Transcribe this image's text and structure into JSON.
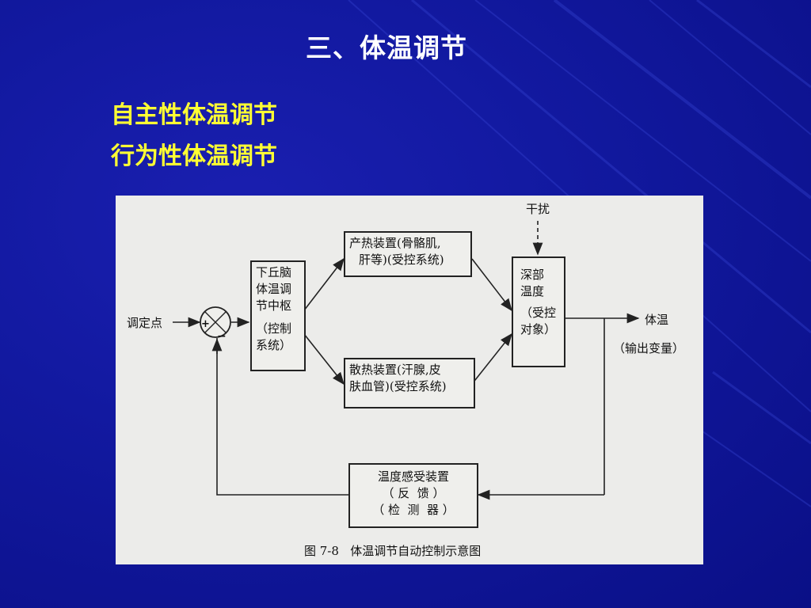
{
  "slide": {
    "title": "三、体温调节",
    "bullets": [
      "自主性体温调节",
      "行为性体温调节"
    ]
  },
  "diagram": {
    "set_point_label": "调定点",
    "comparator_plus": "+",
    "comparator_minus": "−",
    "controller": [
      "下丘脑",
      "体温调",
      "节中枢",
      "（控制",
      "系统）"
    ],
    "heat_production": [
      "产热装置(骨骼肌,",
      "肝等)(受控系统)"
    ],
    "heat_dissipation": [
      "散热装置(汗腺,皮",
      "肤血管)(受控系统)"
    ],
    "disturbance_label": "干扰",
    "plant": [
      "深部",
      "温度",
      "（受控",
      "对象）"
    ],
    "output_label": "体温",
    "output_note": "（输出变量）",
    "feedback": [
      "温度感受装置",
      "（ 反  馈 ）",
      "（ 检  测  器 ）"
    ],
    "caption": "图 7-8   体温调节自动控制示意图"
  },
  "colors": {
    "background": "#0a0f86",
    "title": "#ffffff",
    "bullet": "#ffff33",
    "figure_bg": "#ececea"
  }
}
